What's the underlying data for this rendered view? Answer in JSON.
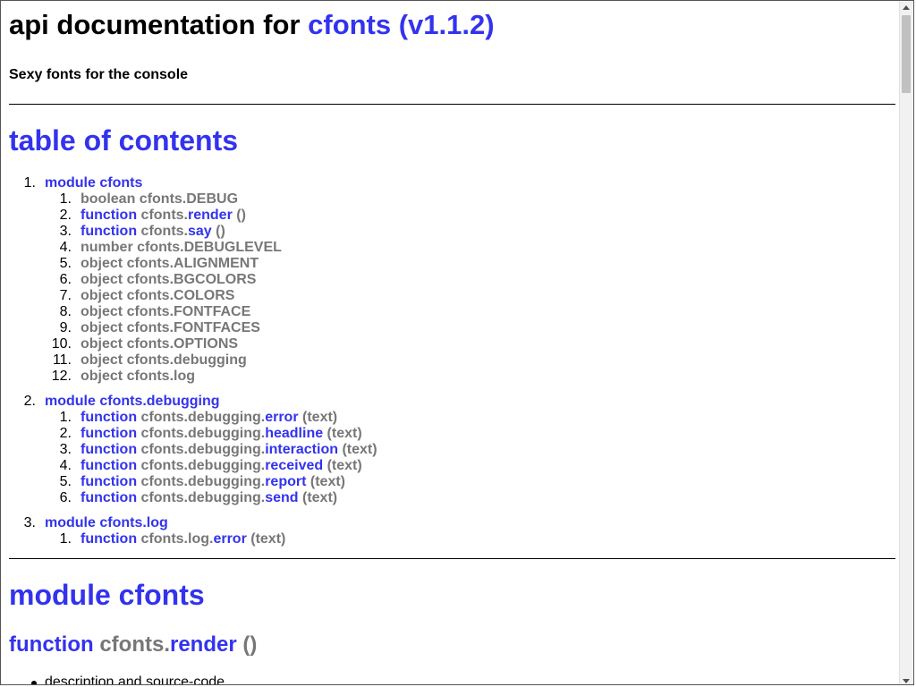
{
  "header": {
    "title_prefix": "api documentation for",
    "title_link": "cfonts (v1.1.2)",
    "subtitle": "Sexy fonts for the console"
  },
  "toc": {
    "heading": "table of contents",
    "modules": [
      {
        "num": "1.",
        "label": "module cfonts",
        "items": [
          {
            "num": "1.",
            "kind": "boolean",
            "prefix": "cfonts.",
            "name": "DEBUG",
            "suffix": "",
            "linked": false
          },
          {
            "num": "2.",
            "kind": "function",
            "prefix": "cfonts.",
            "name": "render",
            "suffix": " ()",
            "linked": true
          },
          {
            "num": "3.",
            "kind": "function",
            "prefix": "cfonts.",
            "name": "say",
            "suffix": " ()",
            "linked": true
          },
          {
            "num": "4.",
            "kind": "number",
            "prefix": "cfonts.",
            "name": "DEBUGLEVEL",
            "suffix": "",
            "linked": false
          },
          {
            "num": "5.",
            "kind": "object",
            "prefix": "cfonts.",
            "name": "ALIGNMENT",
            "suffix": "",
            "linked": false
          },
          {
            "num": "6.",
            "kind": "object",
            "prefix": "cfonts.",
            "name": "BGCOLORS",
            "suffix": "",
            "linked": false
          },
          {
            "num": "7.",
            "kind": "object",
            "prefix": "cfonts.",
            "name": "COLORS",
            "suffix": "",
            "linked": false
          },
          {
            "num": "8.",
            "kind": "object",
            "prefix": "cfonts.",
            "name": "FONTFACE",
            "suffix": "",
            "linked": false
          },
          {
            "num": "9.",
            "kind": "object",
            "prefix": "cfonts.",
            "name": "FONTFACES",
            "suffix": "",
            "linked": false
          },
          {
            "num": "10.",
            "kind": "object",
            "prefix": "cfonts.",
            "name": "OPTIONS",
            "suffix": "",
            "linked": false
          },
          {
            "num": "11.",
            "kind": "object",
            "prefix": "cfonts.",
            "name": "debugging",
            "suffix": "",
            "linked": false
          },
          {
            "num": "12.",
            "kind": "object",
            "prefix": "cfonts.",
            "name": "log",
            "suffix": "",
            "linked": false
          }
        ]
      },
      {
        "num": "2.",
        "label": "module cfonts.debugging",
        "items": [
          {
            "num": "1.",
            "kind": "function",
            "prefix": "cfonts.debugging.",
            "name": "error",
            "suffix": " (text)",
            "linked": true
          },
          {
            "num": "2.",
            "kind": "function",
            "prefix": "cfonts.debugging.",
            "name": "headline",
            "suffix": " (text)",
            "linked": true
          },
          {
            "num": "3.",
            "kind": "function",
            "prefix": "cfonts.debugging.",
            "name": "interaction",
            "suffix": " (text)",
            "linked": true
          },
          {
            "num": "4.",
            "kind": "function",
            "prefix": "cfonts.debugging.",
            "name": "received",
            "suffix": " (text)",
            "linked": true
          },
          {
            "num": "5.",
            "kind": "function",
            "prefix": "cfonts.debugging.",
            "name": "report",
            "suffix": " (text)",
            "linked": true
          },
          {
            "num": "6.",
            "kind": "function",
            "prefix": "cfonts.debugging.",
            "name": "send",
            "suffix": " (text)",
            "linked": true
          }
        ]
      },
      {
        "num": "3.",
        "label": "module cfonts.log",
        "items": [
          {
            "num": "1.",
            "kind": "function",
            "prefix": "cfonts.log.",
            "name": "error",
            "suffix": " (text)",
            "linked": true
          }
        ]
      }
    ]
  },
  "module_section": {
    "heading": "module cfonts",
    "function_keyword": "function",
    "function_prefix": "cfonts.",
    "function_name": "render",
    "function_suffix": " ()",
    "bullet_text": "description and source-code"
  },
  "colors": {
    "link": "#3333ee",
    "muted": "#777777"
  }
}
